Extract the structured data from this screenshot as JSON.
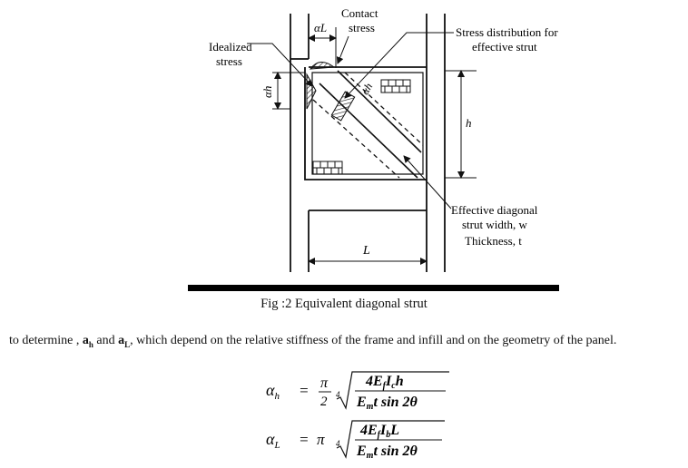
{
  "figure": {
    "labels": {
      "contact_stress_line1": "Contact",
      "contact_stress_line2": "stress",
      "alpha_L": "αL",
      "alpha_h_left": "αh",
      "alpha_h_inner": "αh",
      "idealized_line1": "Idealized",
      "idealized_line2": "stress",
      "stress_dist_line1": "Stress distribution for",
      "stress_dist_line2": "effective strut",
      "h_label": "h",
      "L_label": "L",
      "strut_line1": "Effective diagonal",
      "strut_line2": "strut width, w",
      "strut_line3": "Thickness, t"
    }
  },
  "caption": "Fig :2 Equivalent diagonal strut",
  "body": {
    "before": "to determine ,  ",
    "ah": "a",
    "ah_sub": "h",
    "and": " and ",
    "aL": "a",
    "aL_sub": "L",
    "after": ", which depend on the relative stiffness of the frame and infill and on  the geometry of the panel."
  },
  "equations": {
    "eq1": {
      "lhs": "α",
      "lhs_sub": "h",
      "eq": "=",
      "frac_num": "π",
      "frac_den": "2",
      "root_index": "4",
      "num": "4E",
      "num_f": "f",
      "num_I": "I",
      "num_c": "c",
      "num_h": "h",
      "den": "E",
      "den_m": "m",
      "den_rest": "t sin 2θ"
    },
    "eq2": {
      "lhs": "α",
      "lhs_sub": "L",
      "eq": "=",
      "pi": "π",
      "root_index": "4",
      "num": "4E",
      "num_f": "f",
      "num_I": "I",
      "num_b": "b",
      "num_L": "L",
      "den": "E",
      "den_m": "m",
      "den_rest": "t sin 2θ"
    }
  }
}
